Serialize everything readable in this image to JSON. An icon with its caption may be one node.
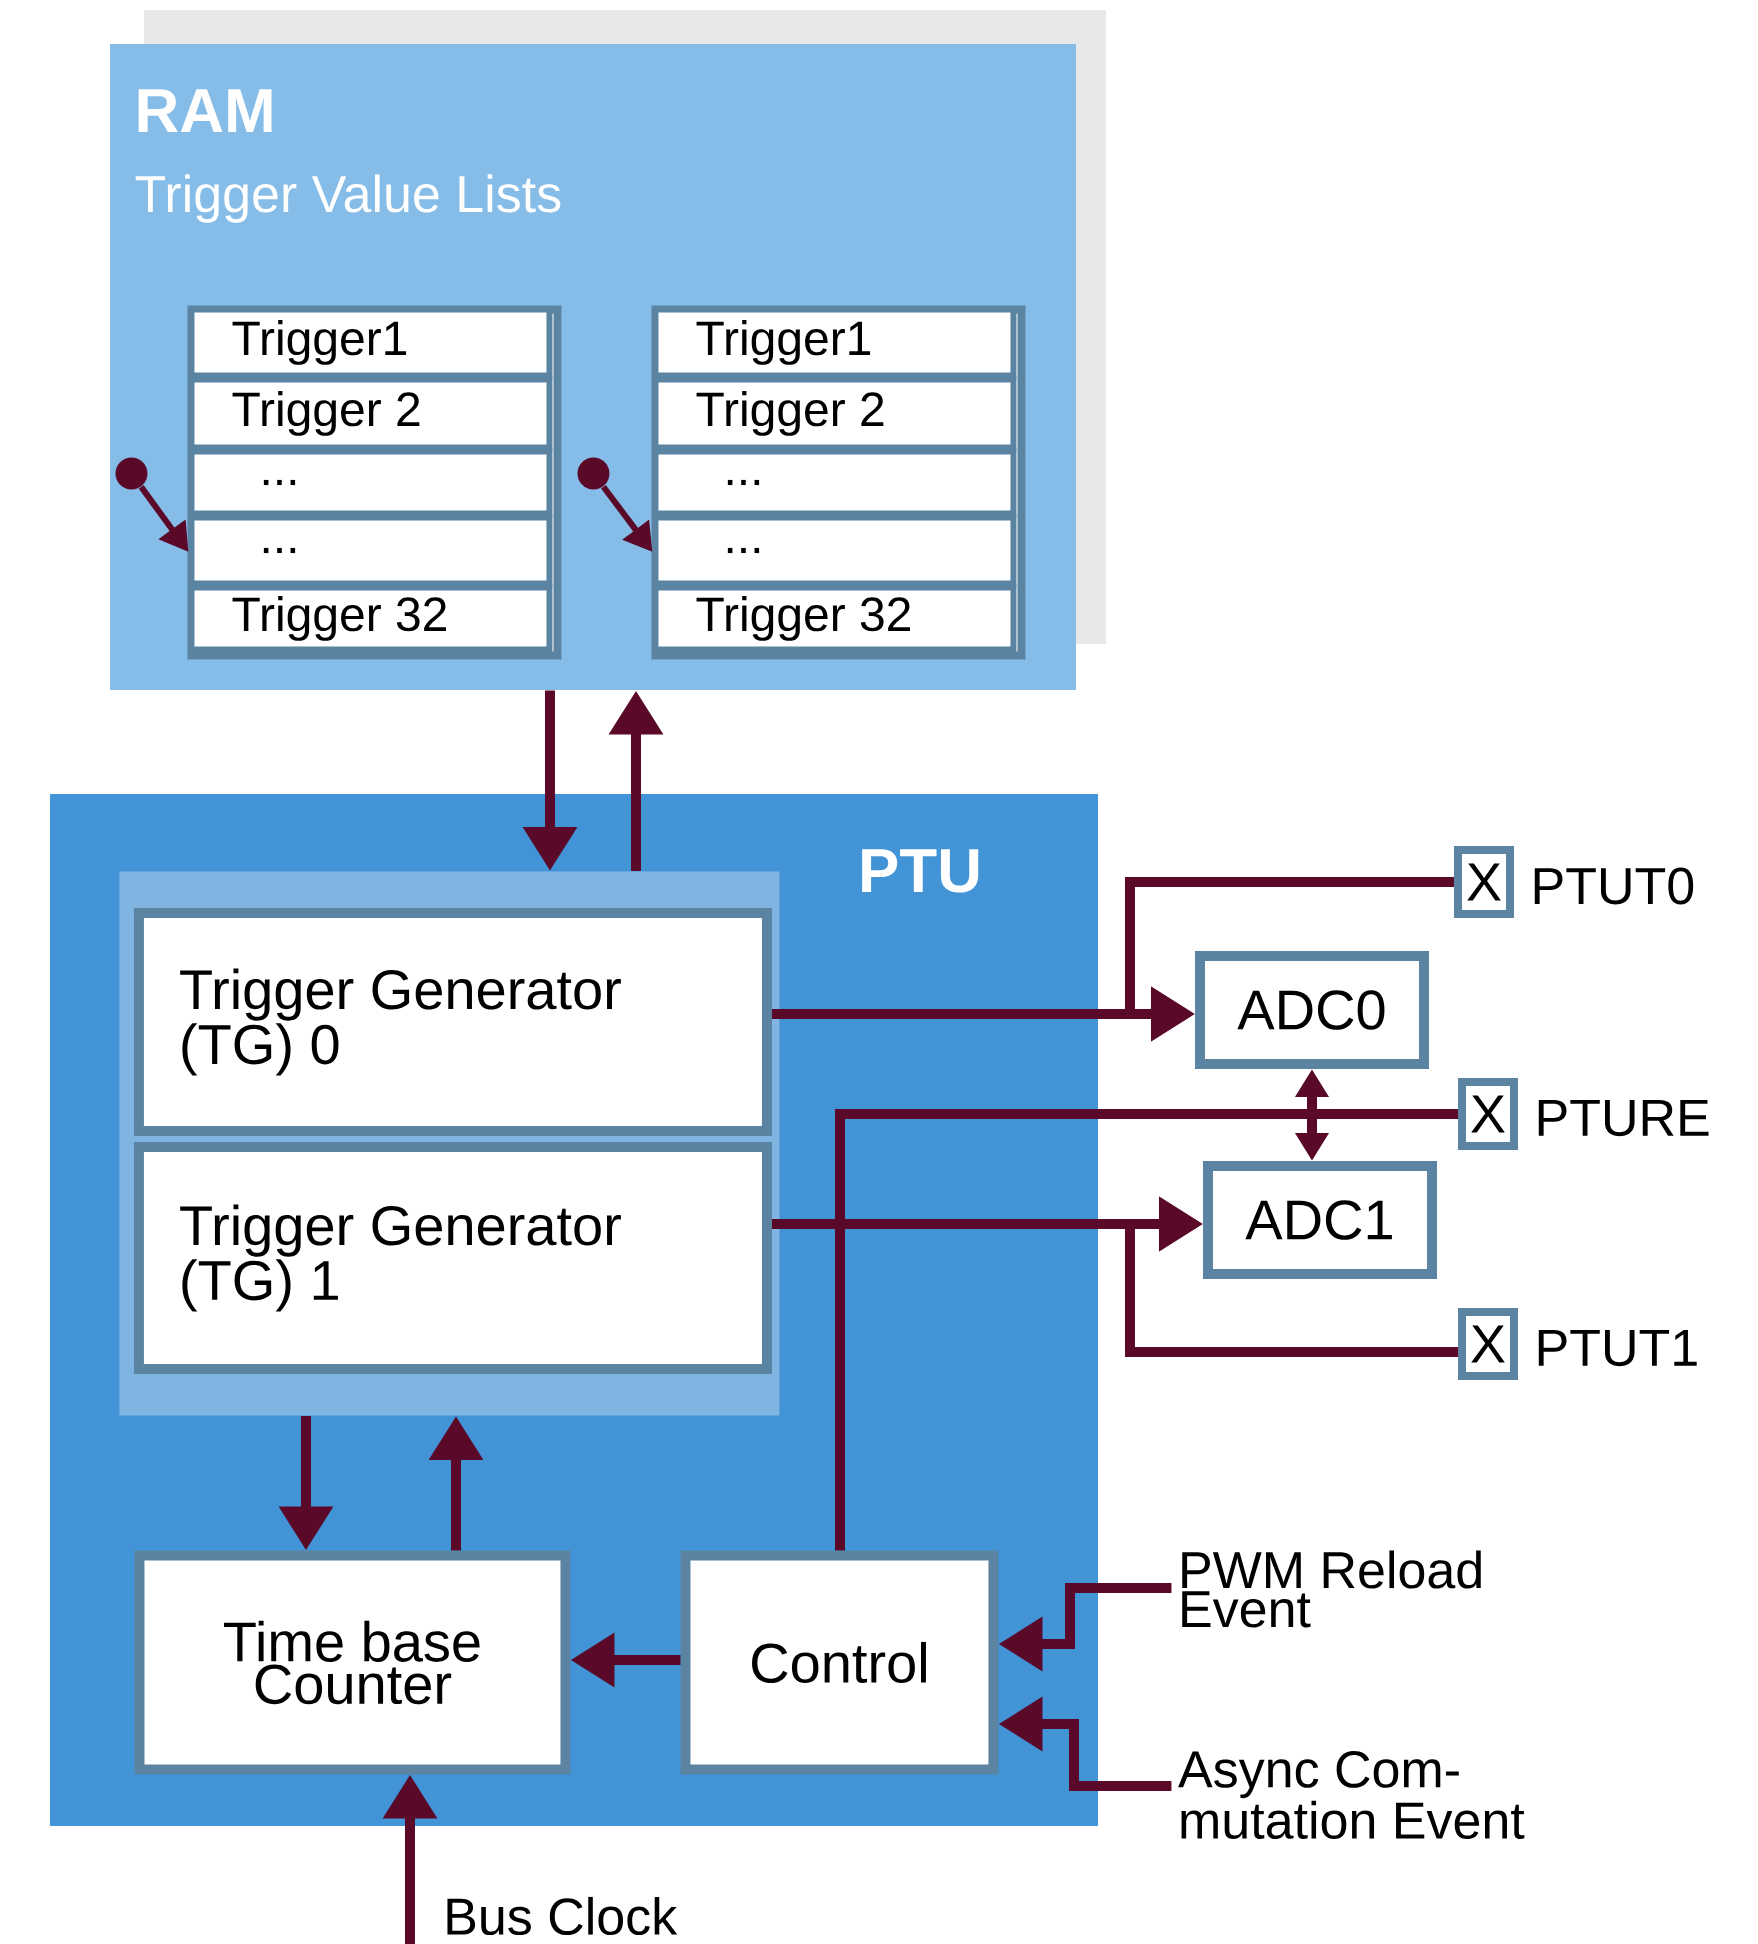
{
  "diagram": {
    "nodes": [
      {
        "text": [
          "RAM",
          "Trigger Value Lists"
        ]
      },
      {
        "text": [],
        "shape": "box",
        "in": 0
      },
      {
        "text": [
          "Trigger1"
        ],
        "in": 1
      },
      {
        "text": [
          "Trigger 2"
        ],
        "in": 1
      },
      {
        "text": [
          "..."
        ],
        "in": 1
      },
      {
        "text": [
          "..."
        ],
        "in": 1
      },
      {
        "text": [
          "Trigger 32"
        ],
        "in": 1
      },
      {
        "text": [],
        "shape": "box",
        "in": 0
      },
      {
        "text": [
          "Trigger1"
        ],
        "in": 7
      },
      {
        "text": [
          "Trigger 2"
        ],
        "in": 7
      },
      {
        "text": [
          "..."
        ],
        "in": 7
      },
      {
        "text": [
          "..."
        ],
        "in": 7
      },
      {
        "text": [
          "Trigger 32"
        ],
        "in": 7
      },
      {
        "text": [
          "PTU"
        ]
      },
      {
        "text": [],
        "shape": "box",
        "in": 13
      },
      {
        "text": [
          "Trigger Generator (TG) 0"
        ],
        "in": 14
      },
      {
        "text": [
          "Trigger Generator (TG) 1"
        ],
        "in": 14
      },
      {
        "text": [
          "Time base Counter"
        ],
        "in": 13
      },
      {
        "text": [
          "Control"
        ],
        "in": 13
      },
      {
        "text": [
          "ADC0"
        ]
      },
      {
        "text": [
          "ADC1"
        ]
      },
      {
        "text": [
          "X"
        ],
        "beside": [
          "PTUT0"
        ]
      },
      {
        "text": [
          "X"
        ],
        "beside": [
          "PTURE"
        ]
      },
      {
        "text": [
          "X"
        ],
        "beside": [
          "PTUT1"
        ]
      },
      {
        "text": [
          "PWM Reload Event"
        ]
      },
      {
        "text": [
          "Async Com- mutation Event"
        ]
      },
      {
        "text": [],
        "shape": "circle",
        "in": 0
      },
      {
        "text": [],
        "shape": "circle",
        "in": 0
      }
    ],
    "edges": [
      {
        "from": 26,
        "to": 5,
        "arrow": "to"
      },
      {
        "from": 27,
        "to": 11,
        "arrow": "to"
      },
      {
        "from": 0,
        "to": 14,
        "arrow": "to"
      },
      {
        "from": 14,
        "to": 0,
        "arrow": "to"
      },
      {
        "from": 15,
        "to": 19,
        "arrow": "to"
      },
      {
        "from": 21,
        "to": 19,
        "arrow": "to"
      },
      {
        "from": 16,
        "to": 20,
        "arrow": "to"
      },
      {
        "from": 23,
        "to": 20,
        "arrow": "to"
      },
      {
        "from": 19,
        "to": 20,
        "arrow": "both"
      },
      {
        "from": 22,
        "to": 18,
        "arrow": "none"
      },
      {
        "from": 18,
        "to": 17,
        "arrow": "to"
      },
      {
        "from": 14,
        "to": 17,
        "arrow": "to"
      },
      {
        "from": 17,
        "to": 14,
        "arrow": "to"
      },
      {
        "from": 24,
        "to": 18,
        "arrow": "to"
      },
      {
        "from": 25,
        "to": 18,
        "arrow": "to"
      },
      {
        "from": null,
        "to": 17,
        "arrow": "to",
        "label": "Bus Clock"
      }
    ]
  }
}
